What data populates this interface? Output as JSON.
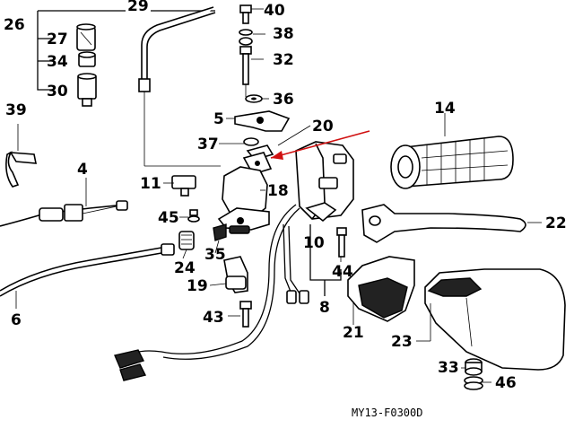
{
  "diagram": {
    "code": "MY13-F0300D",
    "labels": {
      "l29": "29",
      "l40": "40",
      "l26": "26",
      "l27": "27",
      "l38": "38",
      "l34": "34",
      "l32": "32",
      "l30": "30",
      "l36": "36",
      "l39": "39",
      "l5": "5",
      "l20": "20",
      "l14": "14",
      "l37": "37",
      "l4": "4",
      "l11": "11",
      "l18": "18",
      "l45": "45",
      "l10": "10",
      "l22": "22",
      "l24": "24",
      "l35": "35",
      "l44": "44",
      "l6": "6",
      "l19": "19",
      "l8": "8",
      "l43": "43",
      "l21": "21",
      "l23": "23",
      "l33": "33",
      "l46": "46"
    }
  }
}
